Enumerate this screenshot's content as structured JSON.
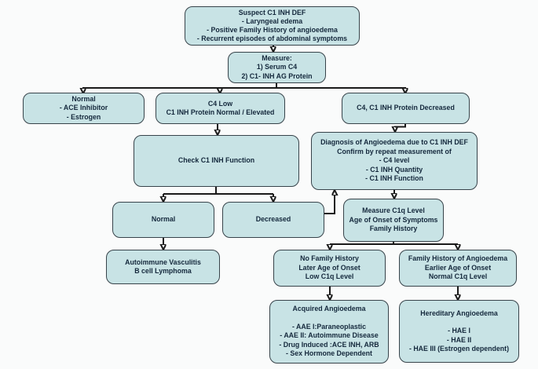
{
  "colors": {
    "node_fill": "#c8e3e5",
    "node_border": "#37434a",
    "text": "#14283c",
    "connector": "#1a1a1a",
    "background": "#fafbfb"
  },
  "nodes": {
    "suspect": {
      "lines": [
        "Suspect C1 INH DEF",
        "- Laryngeal edema",
        "- Positive Family History of angioedema",
        "- Recurrent episodes of abdominal symptoms"
      ]
    },
    "measure": {
      "lines": [
        "Measure:",
        "1) Serum C4",
        "2) C1- INH AG Protein"
      ]
    },
    "normal_result": {
      "lines": [
        "Normal",
        "- ACE Inhibitor",
        "- Estrogen"
      ]
    },
    "c4_low": {
      "lines": [
        "C4 Low",
        "C1 INH Protein Normal / Elevated"
      ]
    },
    "c4_c1_decreased": {
      "lines": [
        "C4, C1 INH Protein Decreased"
      ]
    },
    "check_function": {
      "lines": [
        "Check C1 INH Function"
      ]
    },
    "diagnosis": {
      "lines": [
        "Diagnosis of Angioedema due to C1 INH DEF",
        "Confirm by repeat measurement of",
        "- C4 level",
        "- C1 INH Quantity",
        "- C1 INH Function"
      ]
    },
    "function_normal": {
      "lines": [
        "Normal"
      ]
    },
    "function_decreased": {
      "lines": [
        "Decreased"
      ]
    },
    "measure_c1q": {
      "lines": [
        "Measure C1q Level",
        "Age of Onset of Symptoms",
        "Family History"
      ]
    },
    "autoimmune": {
      "lines": [
        "Autoimmune Vasculitis",
        "B cell Lymphoma"
      ]
    },
    "no_family_history": {
      "lines": [
        "No Family History",
        "Later Age of Onset",
        "Low C1q Level"
      ]
    },
    "family_history": {
      "lines": [
        "Family History of Angioedema",
        "Earlier Age of Onset",
        "Normal C1q Level"
      ]
    },
    "acquired": {
      "lines": [
        "Acquired Angioedema",
        "",
        "- AAE I:Paraneoplastic",
        "- AAE II: Autoimmune Disease",
        "- Drug Induced :ACE INH, ARB",
        "- Sex Hormone Dependent"
      ]
    },
    "hereditary": {
      "lines": [
        "Hereditary Angioedema",
        "",
        "- HAE I",
        "- HAE II",
        "- HAE III (Estrogen dependent)"
      ]
    }
  }
}
